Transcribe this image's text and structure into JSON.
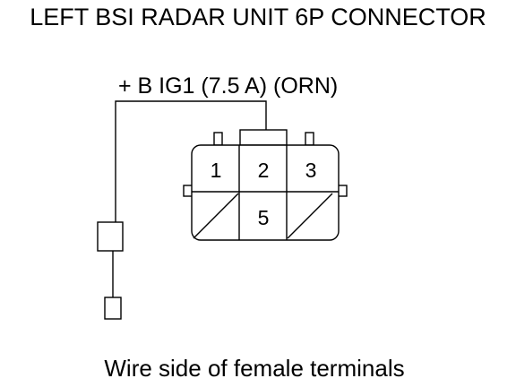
{
  "title": "LEFT BSI RADAR UNIT 6P CONNECTOR",
  "wire_label": "+ B IG1 (7.5 A) (ORN)",
  "caption": "Wire side of female terminals",
  "connector": {
    "pins": {
      "pin1": "1",
      "pin2": "2",
      "pin3": "3",
      "pin5": "5"
    },
    "unused_pins": [
      "4",
      "6"
    ]
  }
}
